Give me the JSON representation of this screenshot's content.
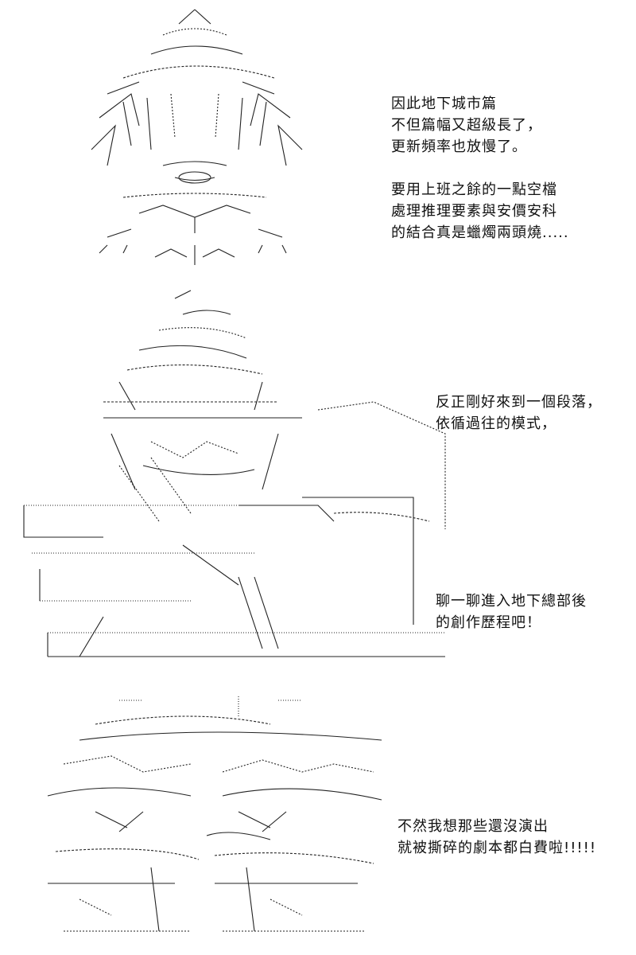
{
  "panels": [
    {
      "lines": [
        "因此地下城市篇",
        "不但篇幅又超級長了，",
        "更新頻率也放慢了。"
      ],
      "lines2": [
        "要用上班之餘的一點空檔",
        "處理推理要素與安價安科",
        "的結合真是蠟燭兩頭燒....."
      ]
    },
    {
      "lines": [
        "反正剛好來到一個段落，",
        "依循過往的模式，"
      ],
      "lines2": [
        "聊一聊進入地下總部後",
        "的創作歷程吧！"
      ]
    },
    {
      "lines": [
        "不然我想那些還沒演出",
        "就被撕碎的劇本都白費啦!!!!!"
      ]
    }
  ],
  "colors": {
    "ink": "#111111",
    "paper": "#ffffff"
  }
}
